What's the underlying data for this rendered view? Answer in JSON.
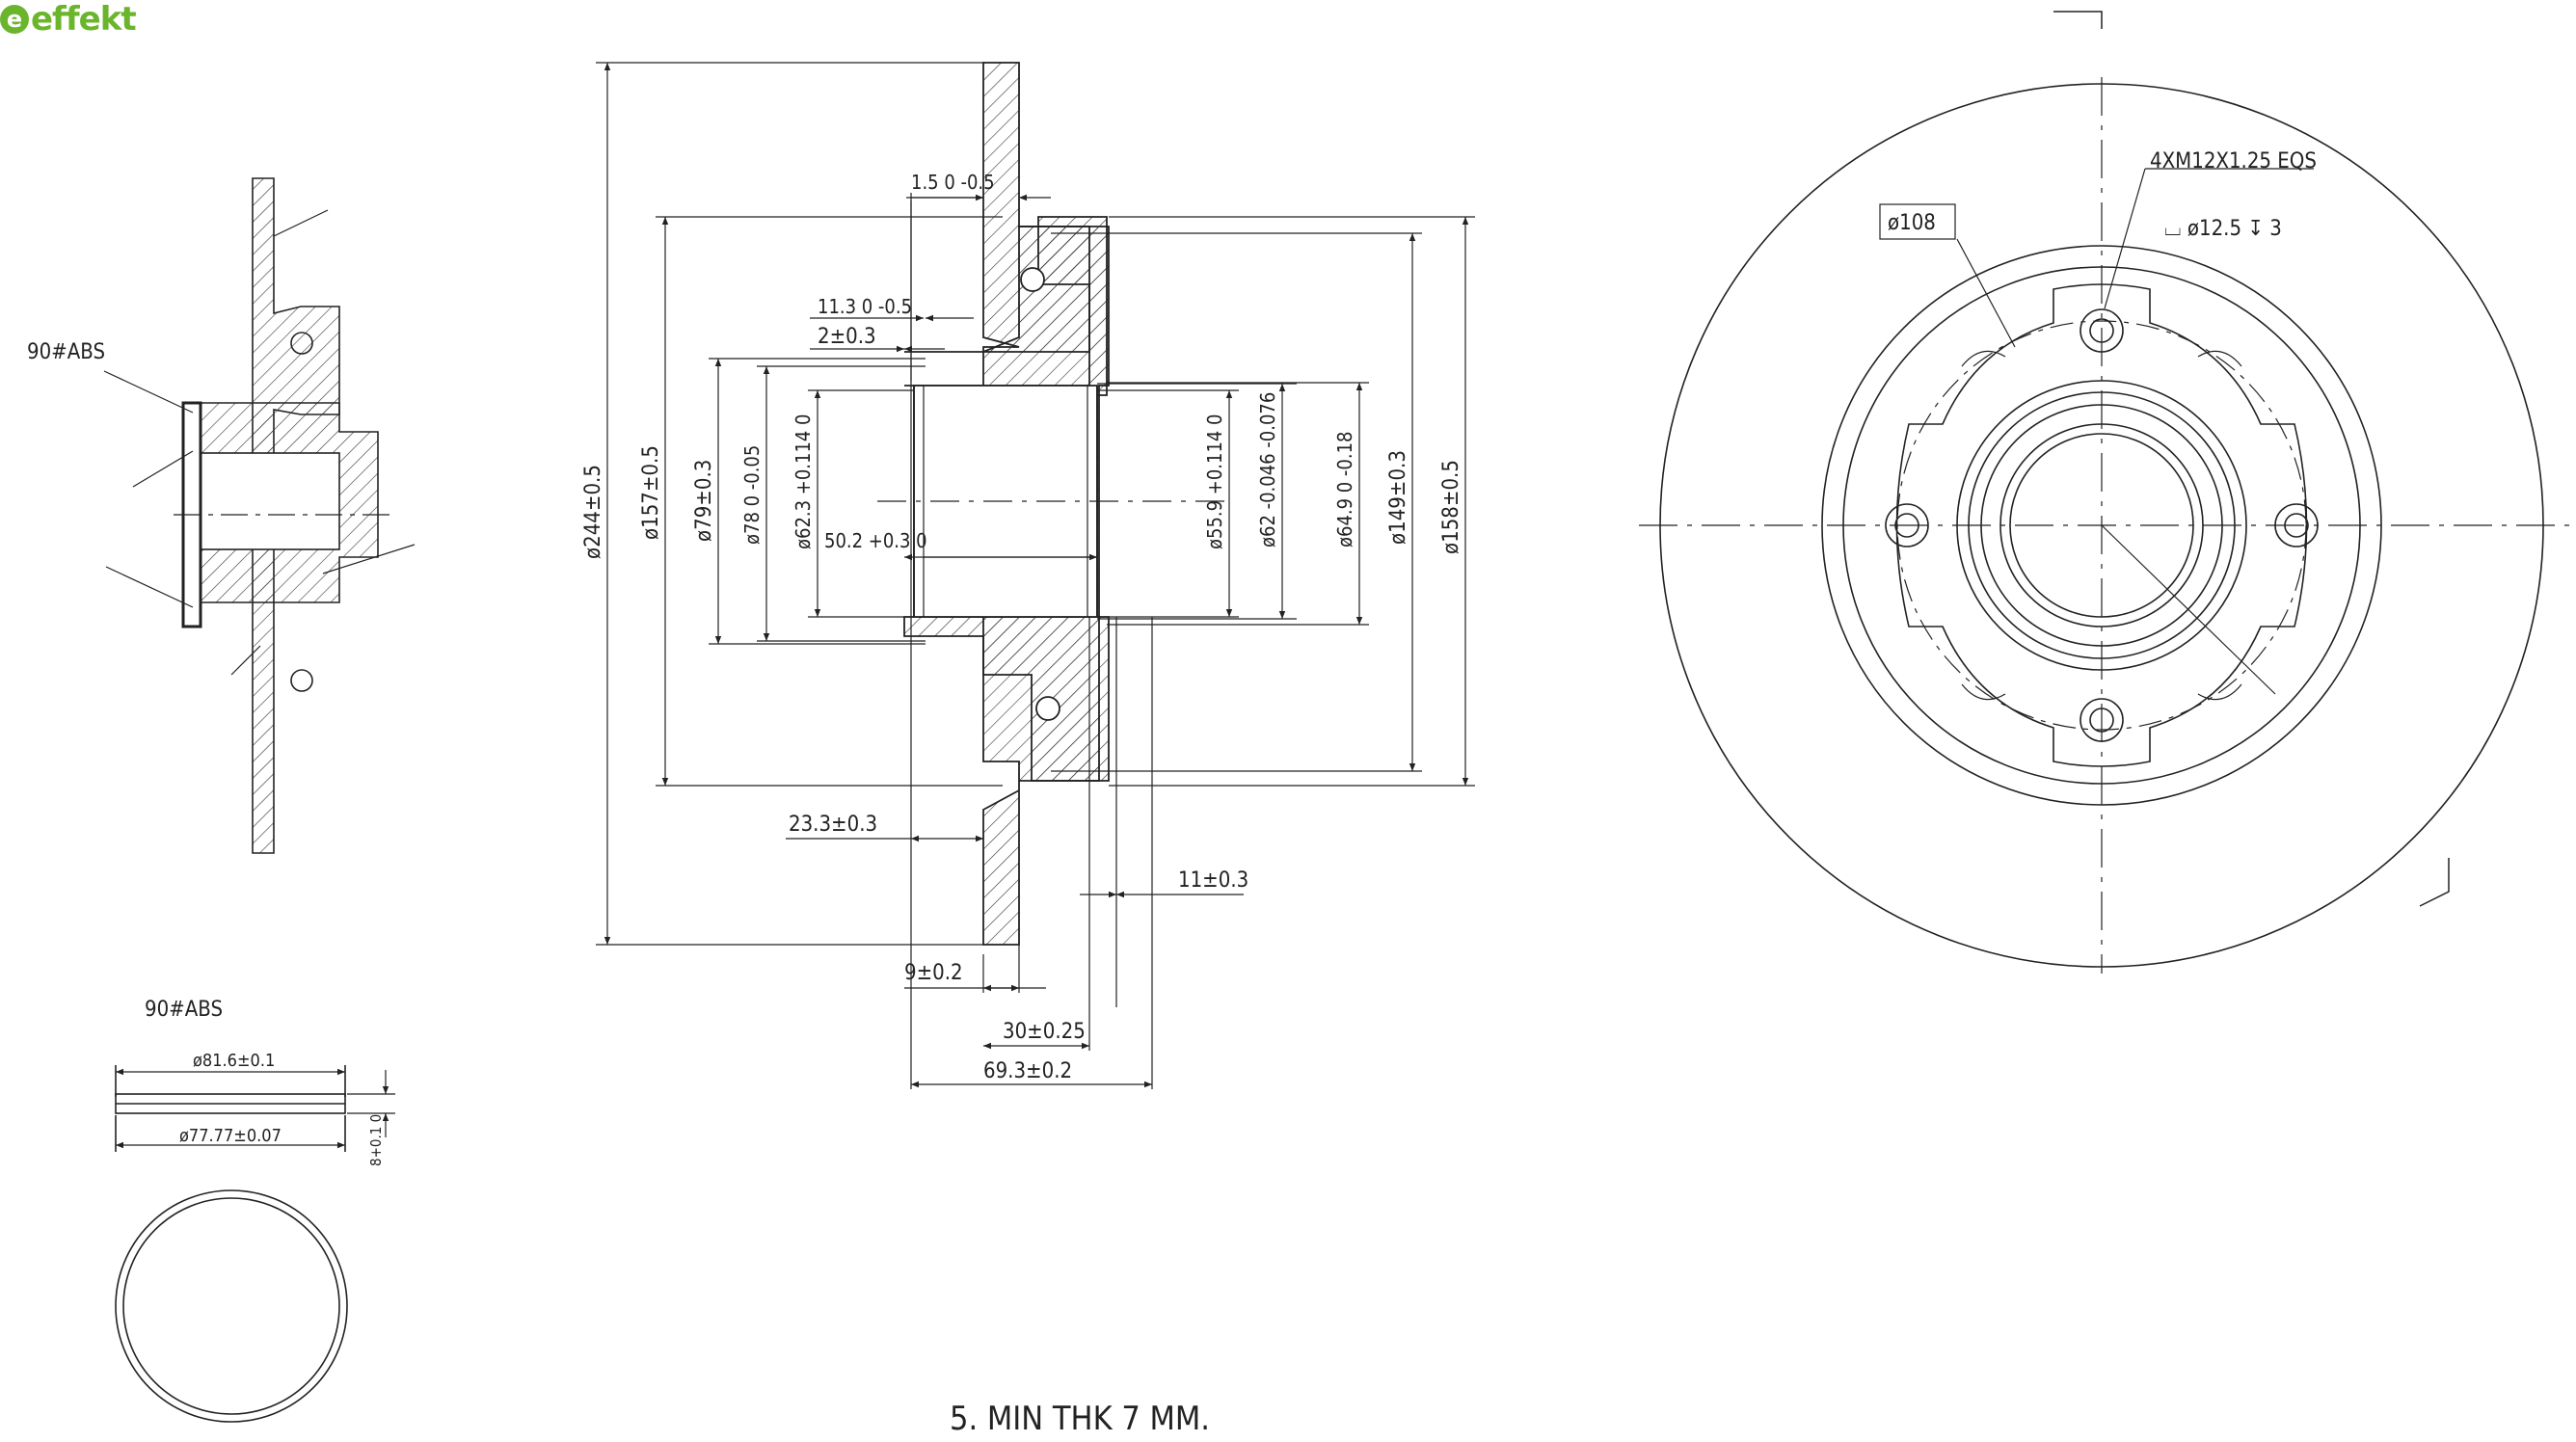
{
  "brand": {
    "name": "effekt",
    "mark": "e"
  },
  "labels": {
    "abs_section": "90#ABS",
    "abs_ring": "90#ABS",
    "note": "5. MIN THK 7 MM."
  },
  "ring_dims": {
    "outer_diameter": "ø81.6±0.1",
    "inner_diameter": "ø77.77±0.07",
    "height": "8+0.1 0"
  },
  "section_dims": {
    "d244": "ø244±0.5",
    "d157": "ø157±0.5",
    "d79": "ø79±0.3",
    "d78": "ø78 0 -0.05",
    "d62_3": "ø62.3 +0.114 0",
    "b50_2": "50.2 +0.3 0",
    "d55_9": "ø55.9 +0.114 0",
    "d62": "ø62 -0.046 -0.076",
    "d64_9": "ø64.9 0 -0.18",
    "d149": "ø149±0.3",
    "d158": "ø158±0.5",
    "t1_5": "1.5 0 -0.5",
    "t11_3": "11.3 0 -0.5",
    "t2": "2±0.3",
    "l23_3": "23.3±0.3",
    "l11": "11±0.3",
    "l9": "9±0.2",
    "l30": "30±0.25",
    "l69_3": "69.3±0.2"
  },
  "front_view": {
    "bolt_callout": "4XM12X1.25 EQS",
    "counterbore": "⌴ ø12.5 ↧ 3",
    "pcd": "ø108"
  },
  "colors": {
    "line": "#222222",
    "brand": "#6bb52c"
  }
}
